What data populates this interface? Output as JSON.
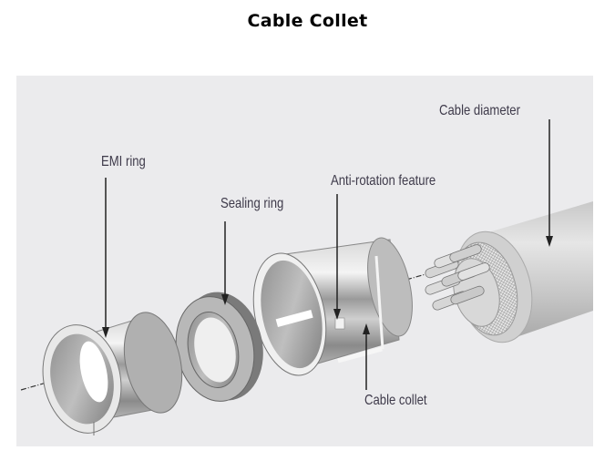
{
  "title": "Cable Collet",
  "diagram": {
    "type": "exploded-assembly",
    "labels": {
      "emi_ring": "EMI ring",
      "sealing_ring": "Sealing ring",
      "anti_rotation": "Anti-rotation feature",
      "cable_diameter": "Cable diameter",
      "cable_collet": "Cable collet"
    },
    "colors": {
      "panel": "#ebebed",
      "label_text": "#3e3a4a",
      "leader_line": "#222222"
    }
  }
}
